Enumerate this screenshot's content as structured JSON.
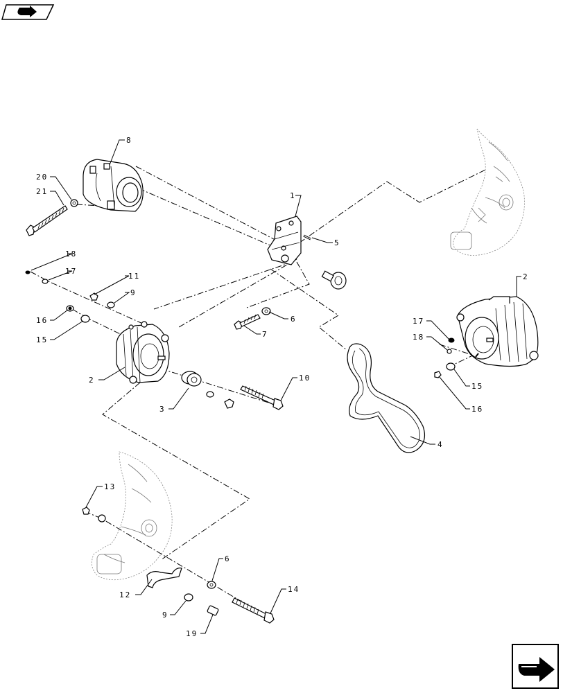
{
  "callouts": {
    "c1": "1",
    "c2a": "2",
    "c2b": "2",
    "c3": "3",
    "c4": "4",
    "c5": "5",
    "c6a": "6",
    "c6b": "6",
    "c7": "7",
    "c8": "8",
    "c9a": "9",
    "c9b": "9",
    "c10": "10",
    "c11": "11",
    "c12": "12",
    "c13": "13",
    "c14": "14",
    "c15a": "15",
    "c15b": "15",
    "c16a": "16",
    "c16b": "16",
    "c17a": "17",
    "c17b": "17",
    "c18a": "18",
    "c18b": "18",
    "c19": "19",
    "c20": "20",
    "c21": "21"
  },
  "icons": {
    "top_left": "previous-page-arrow-icon",
    "bottom_right": "next-page-arrow-icon"
  }
}
